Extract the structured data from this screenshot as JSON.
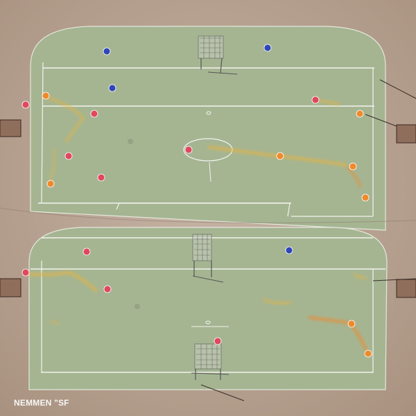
{
  "watermark": {
    "text": "NEMMEN \"SF"
  },
  "colors": {
    "background": "#b9a596",
    "pitch": "#a5b592",
    "lines": "#f3f3ee",
    "team_red": "#e0485e",
    "team_blue": "#2f46b8",
    "team_orange": "#ef8a2c",
    "trail": "#e7b43f"
  },
  "pitches": [
    {
      "id": "top",
      "players": [
        {
          "team": "blue"
        },
        {
          "team": "blue"
        },
        {
          "team": "blue"
        },
        {
          "team": "red"
        },
        {
          "team": "red"
        },
        {
          "team": "red"
        },
        {
          "team": "red"
        },
        {
          "team": "red"
        },
        {
          "team": "red"
        },
        {
          "team": "orange"
        },
        {
          "team": "orange"
        },
        {
          "team": "orange"
        },
        {
          "team": "orange"
        },
        {
          "team": "orange"
        },
        {
          "team": "orange"
        }
      ]
    },
    {
      "id": "bottom",
      "players": [
        {
          "team": "red"
        },
        {
          "team": "red"
        },
        {
          "team": "red"
        },
        {
          "team": "red"
        },
        {
          "team": "blue"
        },
        {
          "team": "orange"
        },
        {
          "team": "orange"
        }
      ]
    }
  ]
}
